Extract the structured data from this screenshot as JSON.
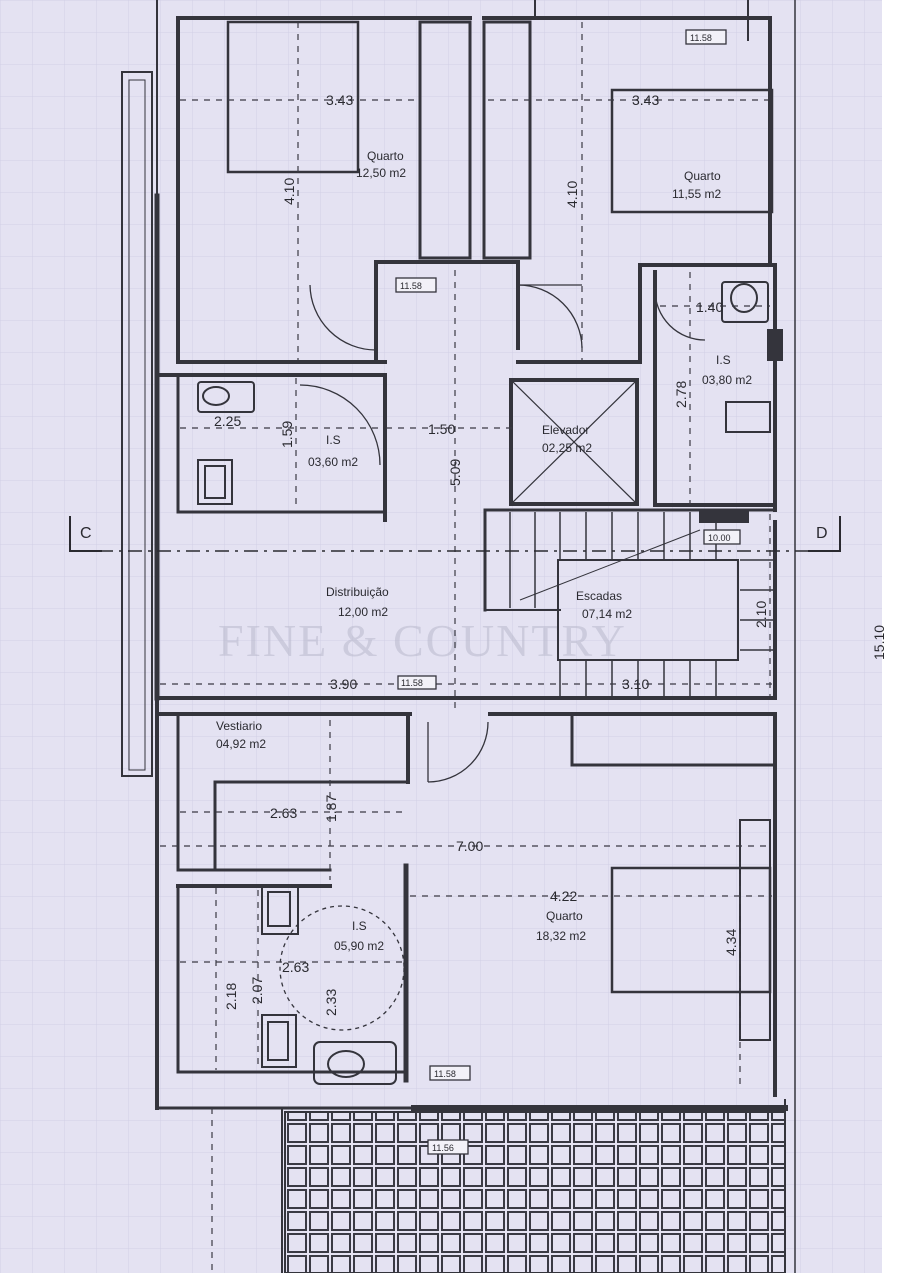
{
  "watermark": "FINE & COUNTRY",
  "section_markers": {
    "left": "C",
    "right": "D"
  },
  "rooms": {
    "quarto_nw": {
      "name": "Quarto",
      "area": "12,50 m2"
    },
    "quarto_ne": {
      "name": "Quarto",
      "area": "11,55 m2"
    },
    "is_ne": {
      "name": "I.S",
      "area": "03,80 m2"
    },
    "is_w": {
      "name": "I.S",
      "area": "03,60 m2"
    },
    "elevador": {
      "name": "Elevador",
      "area": "02,25 m2"
    },
    "distribuicao": {
      "name": "Distribuição",
      "area": "12,00 m2"
    },
    "escadas": {
      "name": "Escadas",
      "area": "07,14 m2"
    },
    "vestiario": {
      "name": "Vestiario",
      "area": "04,92 m2"
    },
    "is_sw": {
      "name": "I.S",
      "area": "05,90 m2"
    },
    "quarto_main": {
      "name": "Quarto",
      "area": "18,32 m2"
    }
  },
  "dimensions": {
    "quarto_nw_width": "3.43",
    "quarto_nw_height": "4.10",
    "quarto_ne_width": "3.43",
    "quarto_ne_height": "4.10",
    "is_ne_width": "1.40",
    "is_ne_height": "2.78",
    "is_w_width": "2.25",
    "is_w_height": "1.59",
    "corridor_width": "1.50",
    "corridor_length": "5.09",
    "distribuicao_width": "3.90",
    "escadas_width": "3.10",
    "escadas_height": "2.10",
    "vestiario_width": "2.63",
    "vestiario_height": "1.87",
    "main_width": "7.00",
    "quarto_main_width": "4.22",
    "quarto_main_height": "4.34",
    "is_sw_width": "2.63",
    "is_sw_height_a": "2.18",
    "is_sw_height_b": "2.07",
    "is_sw_circle": "2.33",
    "overall": "15.10"
  },
  "level_tags": {
    "t1": "11.58",
    "t2": "11.58",
    "t3": "11.58",
    "t4": "10.00",
    "t5": "11.58",
    "t6": "11.56"
  },
  "colors": {
    "paper": "#e4e2f2",
    "wall": "#34343c",
    "grid": "#c9c7de"
  }
}
